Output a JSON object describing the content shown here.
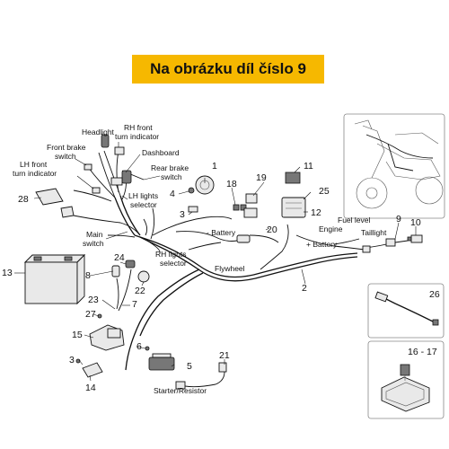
{
  "banner": {
    "title": "Na obrázku díl číslo 9",
    "color": "#f6b800"
  },
  "labels": {
    "headlight": "Headlight",
    "rh_front_1": "RH front",
    "rh_front_2": "turn indicator",
    "front_brake_1": "Front brake",
    "front_brake_2": "switch",
    "dashboard": "Dashboard",
    "lh_front_1": "LH front",
    "lh_front_2": "turn indicator",
    "rear_brake_1": "Rear brake",
    "rear_brake_2": "switch",
    "lh_lights_1": "LH lights",
    "lh_lights_2": "selector",
    "main_switch_1": "Main",
    "main_switch_2": "switch",
    "battery_neg": "- Battery",
    "rh_lights_1": "RH lights",
    "rh_lights_2": "selector",
    "flywheel": "Flywheel",
    "fuel_level": "Fuel level",
    "engine": "Engine",
    "taillight": "Taillight",
    "battery_pos": "+ Battery",
    "starter": "Starter/Resistor"
  },
  "numbers": {
    "n1": "1",
    "n2": "2",
    "n3a": "3",
    "n3b": "3",
    "n4": "4",
    "n5": "5",
    "n6": "6",
    "n7": "7",
    "n8": "8",
    "n9": "9",
    "n10": "10",
    "n11": "11",
    "n12": "12",
    "n13": "13",
    "n14": "14",
    "n15": "15",
    "n16_17": "16 - 17",
    "n18": "18",
    "n19": "19",
    "n20": "20",
    "n21": "21",
    "n22": "22",
    "n23": "23",
    "n24": "24",
    "n25": "25",
    "n26": "26",
    "n27": "27",
    "n28": "28"
  }
}
